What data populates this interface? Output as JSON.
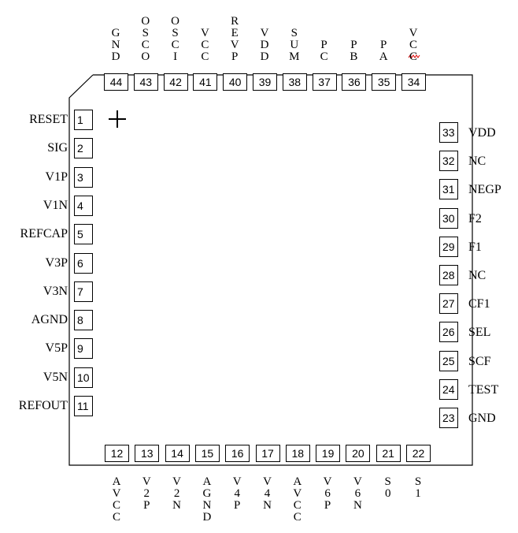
{
  "chip": {
    "pins": {
      "left": [
        {
          "num": "1",
          "label": "RESET"
        },
        {
          "num": "2",
          "label": "SIG"
        },
        {
          "num": "3",
          "label": "V1P"
        },
        {
          "num": "4",
          "label": "V1N"
        },
        {
          "num": "5",
          "label": "REFCAP"
        },
        {
          "num": "6",
          "label": "V3P"
        },
        {
          "num": "7",
          "label": "V3N"
        },
        {
          "num": "8",
          "label": "AGND"
        },
        {
          "num": "9",
          "label": "V5P"
        },
        {
          "num": "10",
          "label": "V5N"
        },
        {
          "num": "11",
          "label": "REFOUT"
        }
      ],
      "bottom": [
        {
          "num": "12",
          "label": "AVCC"
        },
        {
          "num": "13",
          "label": "V2P"
        },
        {
          "num": "14",
          "label": "V2N"
        },
        {
          "num": "15",
          "label": "AGND"
        },
        {
          "num": "16",
          "label": "V4P"
        },
        {
          "num": "17",
          "label": "V4N"
        },
        {
          "num": "18",
          "label": "AVCC"
        },
        {
          "num": "19",
          "label": "V6P"
        },
        {
          "num": "20",
          "label": "V6N"
        },
        {
          "num": "21",
          "label": "S0"
        },
        {
          "num": "22",
          "label": "S1"
        }
      ],
      "right": [
        {
          "num": "23",
          "label": "GND"
        },
        {
          "num": "24",
          "label": "TEST"
        },
        {
          "num": "25",
          "label": "SCF"
        },
        {
          "num": "26",
          "label": "SEL"
        },
        {
          "num": "27",
          "label": "CF1"
        },
        {
          "num": "28",
          "label": "NC"
        },
        {
          "num": "29",
          "label": "F1"
        },
        {
          "num": "30",
          "label": "F2"
        },
        {
          "num": "31",
          "label": "NEGP"
        },
        {
          "num": "32",
          "label": "NC"
        },
        {
          "num": "33",
          "label": "VDD"
        }
      ],
      "top": [
        {
          "num": "34",
          "label": "VCC"
        },
        {
          "num": "35",
          "label": "PA"
        },
        {
          "num": "36",
          "label": "PB"
        },
        {
          "num": "37",
          "label": "PC"
        },
        {
          "num": "38",
          "label": "SUM"
        },
        {
          "num": "39",
          "label": "VDD"
        },
        {
          "num": "40",
          "label": "REVP"
        },
        {
          "num": "41",
          "label": "VCC"
        },
        {
          "num": "42",
          "label": "OSCI"
        },
        {
          "num": "43",
          "label": "OSCO"
        },
        {
          "num": "44",
          "label": "GND"
        }
      ]
    },
    "pin1_marker": "plus-icon"
  }
}
